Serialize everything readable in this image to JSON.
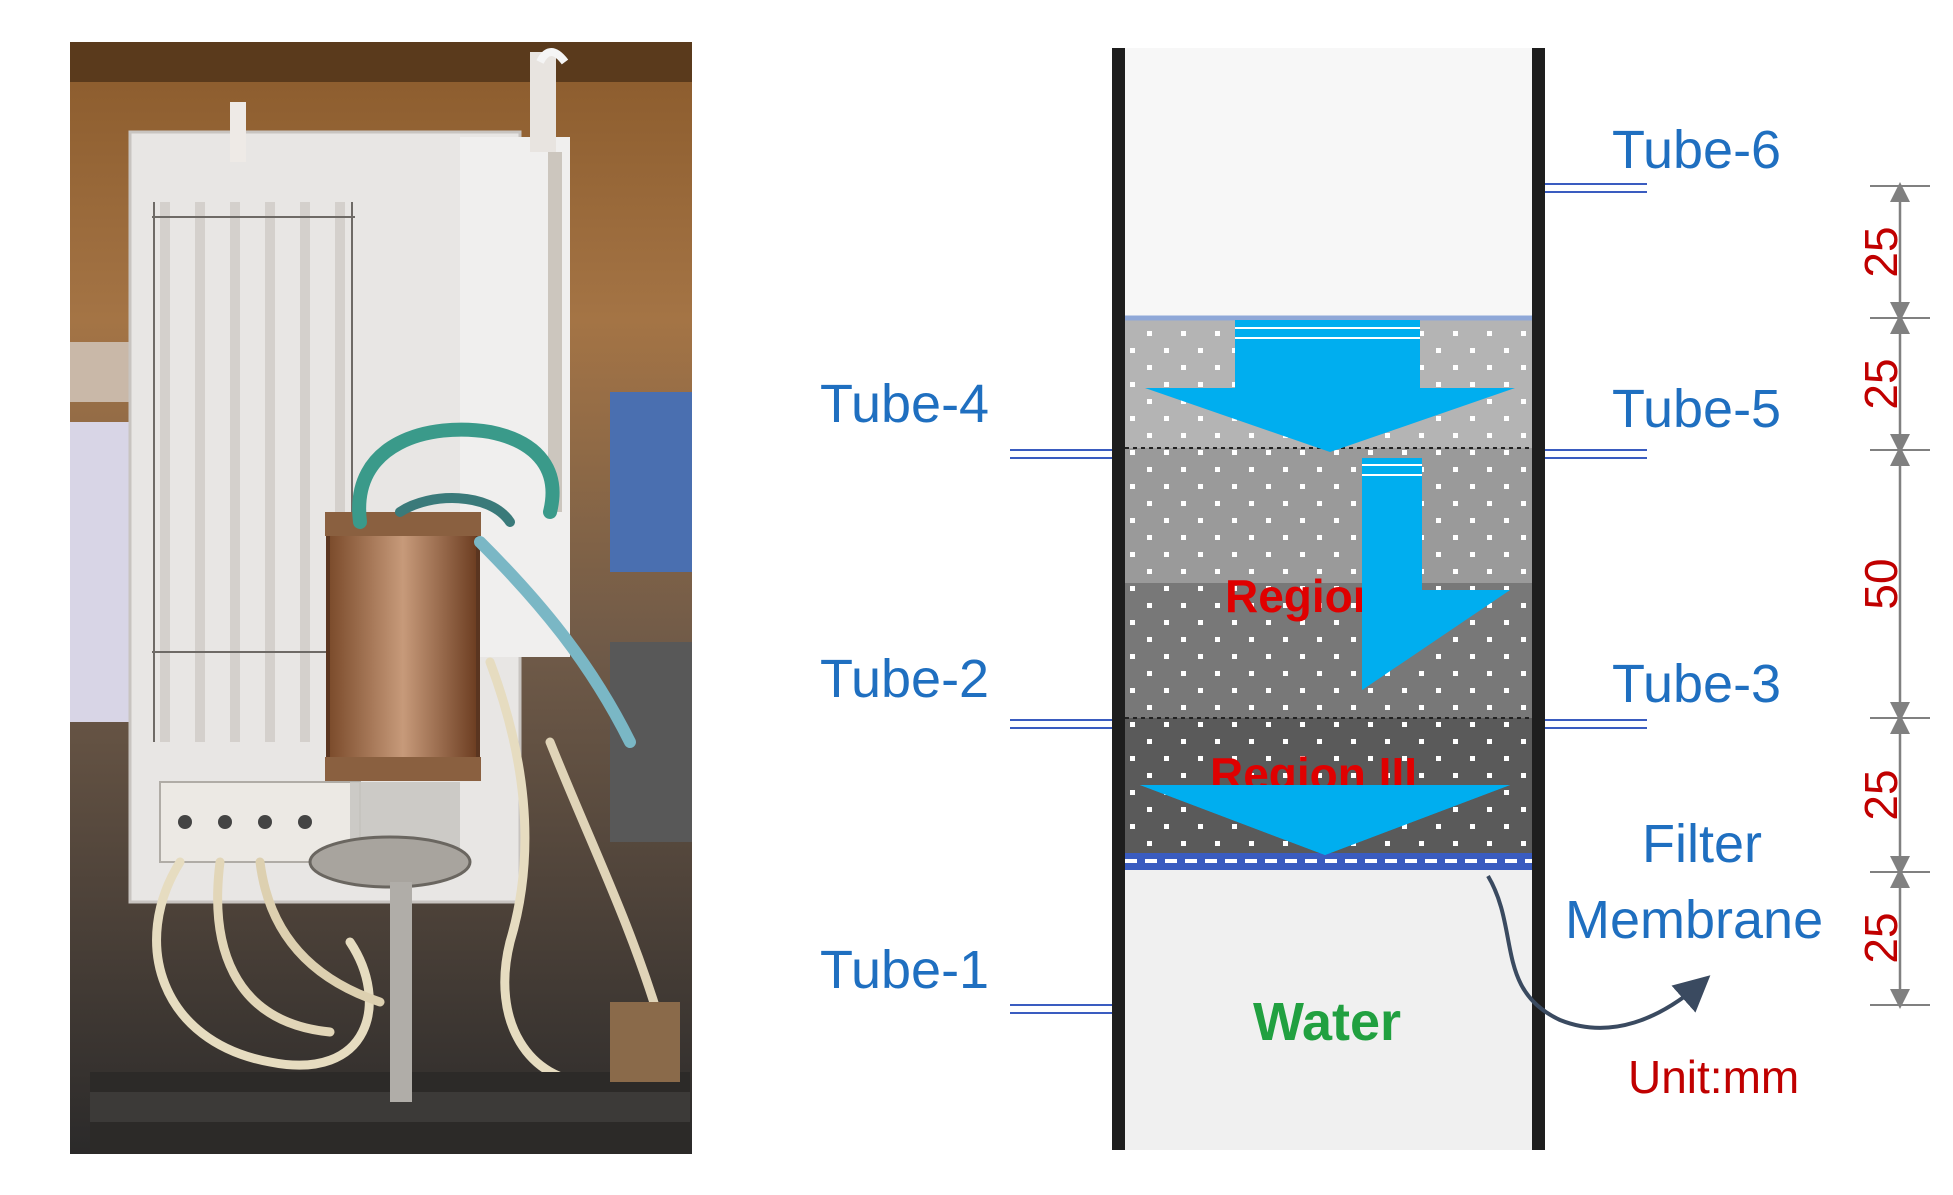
{
  "photo": {
    "description_icon": "apparatus-photo"
  },
  "diagram": {
    "tubes": [
      {
        "id": "tube-1",
        "label": "Tube-1",
        "side": "left"
      },
      {
        "id": "tube-2",
        "label": "Tube-2",
        "side": "left"
      },
      {
        "id": "tube-3",
        "label": "Tube-3",
        "side": "right"
      },
      {
        "id": "tube-4",
        "label": "Tube-4",
        "side": "left"
      },
      {
        "id": "tube-5",
        "label": "Tube-5",
        "side": "right"
      },
      {
        "id": "tube-6",
        "label": "Tube-6",
        "side": "right"
      }
    ],
    "regions": {
      "region_2": "Region II",
      "region_3": "Region III"
    },
    "water_label": "Water",
    "filter_label_line1": "Filter",
    "filter_label_line2": "Membrane",
    "unit_label": "Unit:mm",
    "dimensions": [
      "25",
      "25",
      "50",
      "25",
      "25"
    ],
    "colors": {
      "label_blue": "#1f6fc0",
      "dimension_red": "#c00000",
      "region_red": "#e00000",
      "water_green": "#21a040",
      "arrow_cyan": "#00aeef"
    }
  }
}
